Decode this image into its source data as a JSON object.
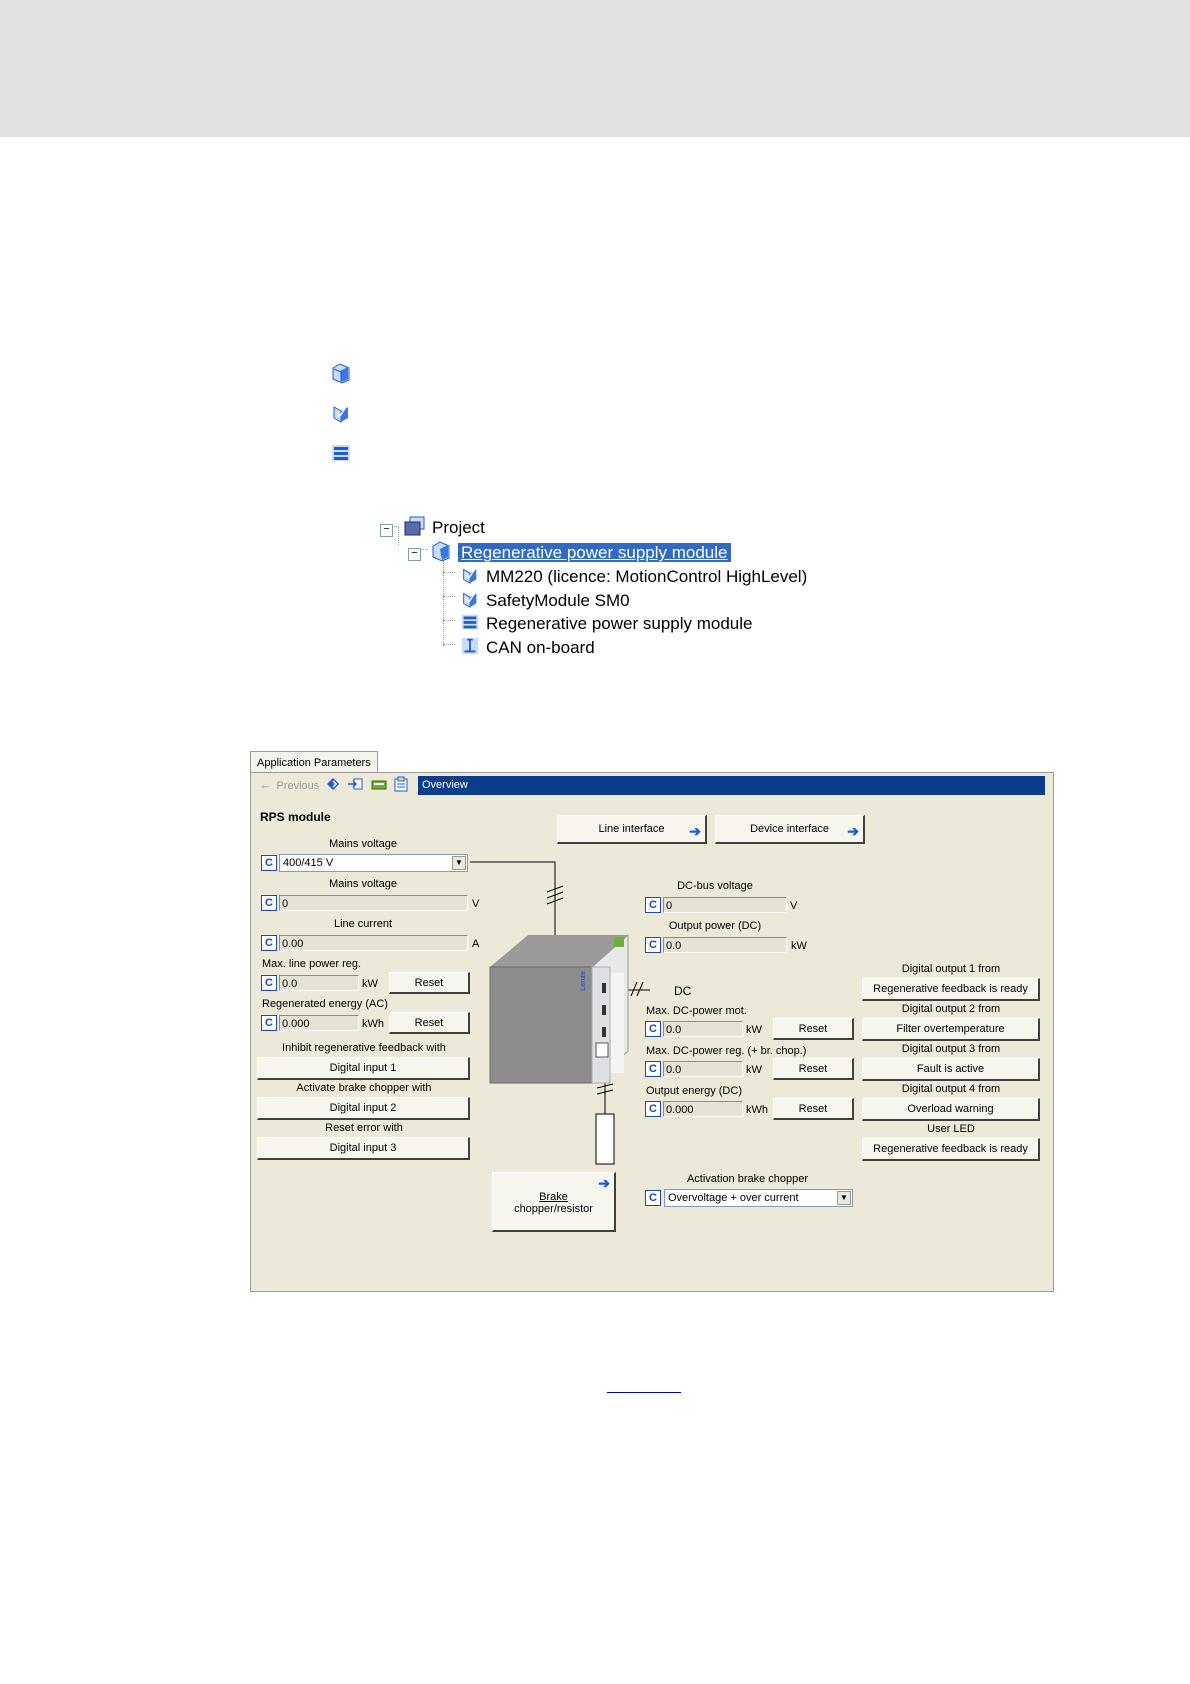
{
  "legend": {
    "icons": [
      "device-module-icon",
      "submodule-icon",
      "function-module-icon"
    ]
  },
  "tree": {
    "project": "Project",
    "device": "Regenerative power supply module",
    "children": [
      {
        "label": "MM220 (licence: MotionControl HighLevel)",
        "icon": "submodule-icon"
      },
      {
        "label": "SafetyModule SM0",
        "icon": "submodule-icon"
      },
      {
        "label": "Regenerative power supply module",
        "icon": "function-module-icon"
      },
      {
        "label": "CAN on-board",
        "icon": "can-icon"
      }
    ]
  },
  "app": {
    "tab": "Application Parameters",
    "toolbar": {
      "previous": "Previous"
    },
    "overview": "Overview",
    "title": "RPS module",
    "buttons": {
      "line_interface": "Line interface",
      "device_interface": "Device interface",
      "brake_line1": "Brake",
      "brake_line2": "chopper/resistor",
      "reset": "Reset"
    },
    "c": "C",
    "left": {
      "mains_voltage_sel_label": "Mains voltage",
      "mains_voltage_sel_value": "400/415 V",
      "mains_voltage_label": "Mains voltage",
      "mains_voltage_value": "0",
      "mains_voltage_unit": "V",
      "line_current_label": "Line current",
      "line_current_value": "0.00",
      "line_current_unit": "A",
      "max_line_power_label": "Max. line power reg.",
      "max_line_power_value": "0.0",
      "max_line_power_unit": "kW",
      "regen_energy_label": "Regenerated energy (AC)",
      "regen_energy_value": "0.000",
      "regen_energy_unit": "kWh",
      "inhibit_label": "Inhibit regenerative feedback with",
      "inhibit_value": "Digital input 1",
      "brake_label": "Activate brake chopper with",
      "brake_value": "Digital input 2",
      "reset_label": "Reset error with",
      "reset_value": "Digital input 3"
    },
    "middle": {
      "dc_bus_label": "DC-bus voltage",
      "dc_bus_value": "0",
      "dc_bus_unit": "V",
      "output_power_label": "Output power (DC)",
      "output_power_value": "0.0",
      "output_power_unit": "kW",
      "dc_label": "DC",
      "max_dc_mot_label": "Max. DC-power mot.",
      "max_dc_mot_value": "0.0",
      "max_dc_mot_unit": "kW",
      "max_dc_reg_label": "Max. DC-power reg. (+ br. chop.)",
      "max_dc_reg_value": "0.0",
      "max_dc_reg_unit": "kW",
      "output_energy_label": "Output energy (DC)",
      "output_energy_value": "0.000",
      "output_energy_unit": "kWh",
      "activation_label": "Activation brake chopper",
      "activation_value": "Overvoltage + over current",
      "device_logo": "Lenze"
    },
    "right": {
      "do1_label": "Digital output 1 from",
      "do1_value": "Regenerative feedback is ready",
      "do2_label": "Digital output 2 from",
      "do2_value": "Filter overtemperature",
      "do3_label": "Digital output 3 from",
      "do3_value": "Fault is active",
      "do4_label": "Digital output 4 from",
      "do4_value": "Overload warning",
      "led_label": "User LED",
      "led_value": "Regenerative feedback is ready"
    }
  }
}
